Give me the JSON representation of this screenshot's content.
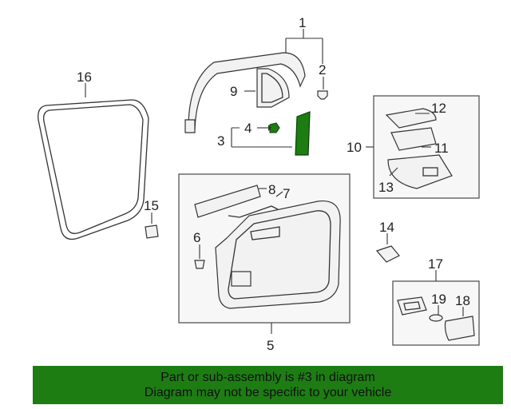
{
  "callouts": {
    "c1": "1",
    "c2": "2",
    "c3": "3",
    "c4": "4",
    "c5": "5",
    "c6": "6",
    "c7": "7",
    "c8": "8",
    "c9": "9",
    "c10": "10",
    "c11": "11",
    "c12": "12",
    "c13": "13",
    "c14": "14",
    "c15": "15",
    "c16": "16",
    "c17": "17",
    "c18": "18",
    "c19": "19"
  },
  "colors": {
    "highlight": "#1d7d13",
    "banner_bg": "#1d7d13"
  },
  "banner": {
    "line1": "Part or sub-assembly is #3 in diagram",
    "line2": "Diagram may not be specific to your vehicle"
  }
}
